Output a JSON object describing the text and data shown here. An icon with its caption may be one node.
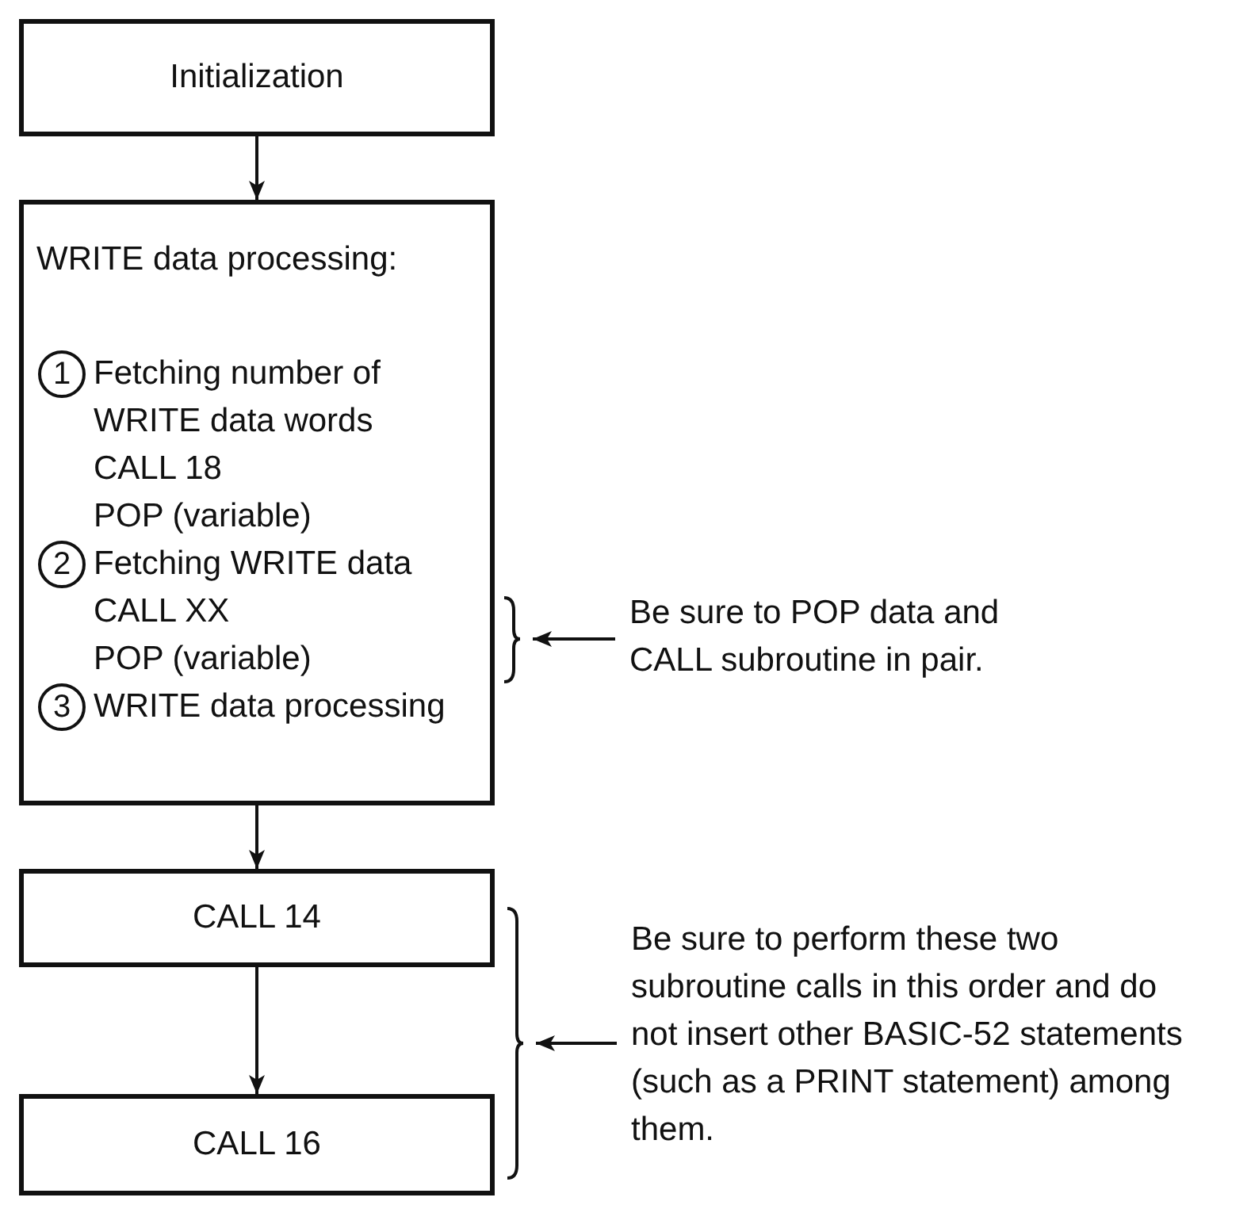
{
  "diagram": {
    "nodes": [
      {
        "text": [
          "Initialization"
        ]
      },
      {
        "text": [
          "WRITE data processing:",
          "Fetching number of WRITE data words",
          "CALL 18",
          "POP (variable)",
          "Fetching WRITE data",
          "CALL XX",
          "POP (variable)",
          "WRITE data processing"
        ]
      },
      {
        "text": [
          "1"
        ],
        "in": 1
      },
      {
        "text": [
          "2"
        ],
        "in": 1
      },
      {
        "text": [
          "3"
        ],
        "in": 1
      },
      {
        "text": [
          "CALL 14"
        ]
      },
      {
        "text": [
          "CALL 16"
        ]
      },
      {
        "text": [
          "Be sure to POP data and CALL subroutine in pair."
        ]
      },
      {
        "text": [
          "Be sure to perform these two subroutine calls in this order and do not insert other BASIC-52 statements (such as a PRINT statement) among them."
        ]
      }
    ],
    "edges": [
      {
        "from": 0,
        "to": 1,
        "arrow": "to"
      },
      {
        "from": 1,
        "to": 5,
        "arrow": "to"
      },
      {
        "from": 5,
        "to": 6,
        "arrow": "to"
      },
      {
        "from": 7,
        "to": 1,
        "arrow": "to"
      },
      {
        "from": 8,
        "to": null,
        "arrow": "to"
      }
    ]
  }
}
